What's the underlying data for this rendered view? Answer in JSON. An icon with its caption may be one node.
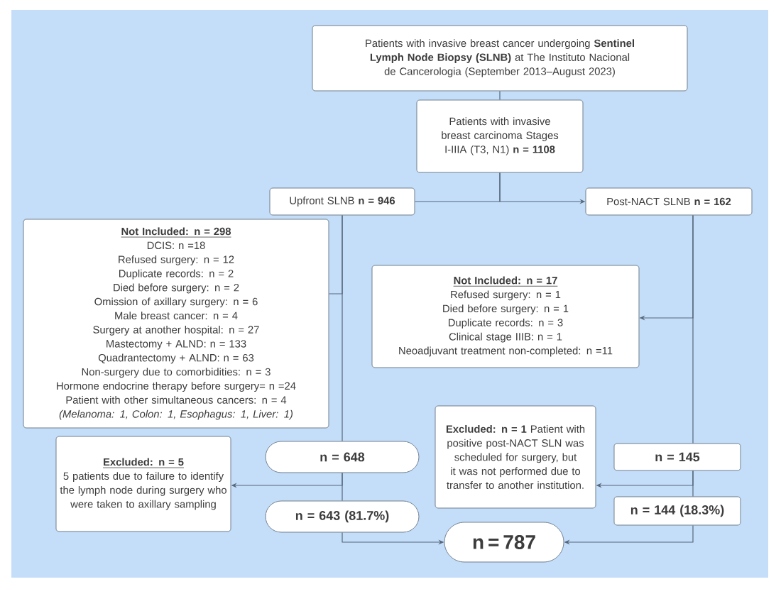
{
  "diagram": {
    "nodes": [
      {
        "text": [
          "Patients with invasive breast cancer undergoing **Sentinel Lymph Node Biopsy (SLNB)** at The Instituto Nacional de Cancerologia (September 2013–August 2023)"
        ]
      },
      {
        "text": [
          "Patients with invasive breast carcinoma Stages I-IIIA (T3, N1) **n = 1108**"
        ]
      },
      {
        "text": [
          "Upfront SLNB  **n = 946**"
        ]
      },
      {
        "text": [
          "Post-NACT SLNB  **n = 162**"
        ]
      },
      {
        "text": [
          "Not Included: n = 298",
          "DCIS: n =18",
          "Refused surgery: n = 12",
          "Duplicate records: n = 2",
          "Died before surgery: n = 2",
          "Omission of axillary surgery: n = 6",
          "Male breast cancer: n = 4",
          "Surgery at another hospital: n = 27",
          "Mastectomy + ALND: n = 133",
          "Quadrantectomy + ALND: n = 63",
          "Non-surgery due to comorbidities: n = 3",
          "Hormone endocrine therapy before surgery= n =24",
          "Patient with other simultaneous cancers: n = 4",
          "(Melanoma: 1, Colon: 1, Esophagus: 1, Liver: 1)"
        ]
      },
      {
        "text": [
          "Not Included: n = 17",
          "Refused surgery: n = 1",
          "Died before surgery: n = 1",
          "Duplicate records: n = 3",
          "Clinical stage IIIB: n = 1",
          "Neoadjuvant treatment non-completed: n =11"
        ]
      },
      {
        "text": [
          "Excluded: n = 5",
          "5 patients due to failure to identify the lymph node during surgery who were taken to axillary  sampling"
        ]
      },
      {
        "text": [
          "n = 648"
        ]
      },
      {
        "text": [
          "n = 643 (81.7%)"
        ]
      },
      {
        "text": [
          "**Excluded: n = 1** Patient with positive post-NACT SLN was scheduled for surgery, but it was not performed due to transfer to another institution."
        ]
      },
      {
        "text": [
          "n = 145"
        ]
      },
      {
        "text": [
          "n = 144 (18.3%)"
        ]
      },
      {
        "text": [
          "n = 787"
        ]
      }
    ],
    "edges": [
      {
        "from": 0,
        "to": 1,
        "arrow": "none"
      },
      {
        "from": 1,
        "to": 2,
        "arrow": "none"
      },
      {
        "from": 1,
        "to": 3,
        "arrow": "to"
      },
      {
        "from": 2,
        "to": 4,
        "arrow": "none"
      },
      {
        "from": 2,
        "to": 7,
        "arrow": "none"
      },
      {
        "from": 7,
        "to": 6,
        "arrow": "to"
      },
      {
        "from": 7,
        "to": 8,
        "arrow": "none"
      },
      {
        "from": 8,
        "to": 12,
        "arrow": "to"
      },
      {
        "from": 3,
        "to": 5,
        "arrow": "to"
      },
      {
        "from": 3,
        "to": 10,
        "arrow": "none"
      },
      {
        "from": 10,
        "to": 9,
        "arrow": "to"
      },
      {
        "from": 10,
        "to": 11,
        "arrow": "none"
      },
      {
        "from": 11,
        "to": 12,
        "arrow": "to"
      }
    ]
  }
}
